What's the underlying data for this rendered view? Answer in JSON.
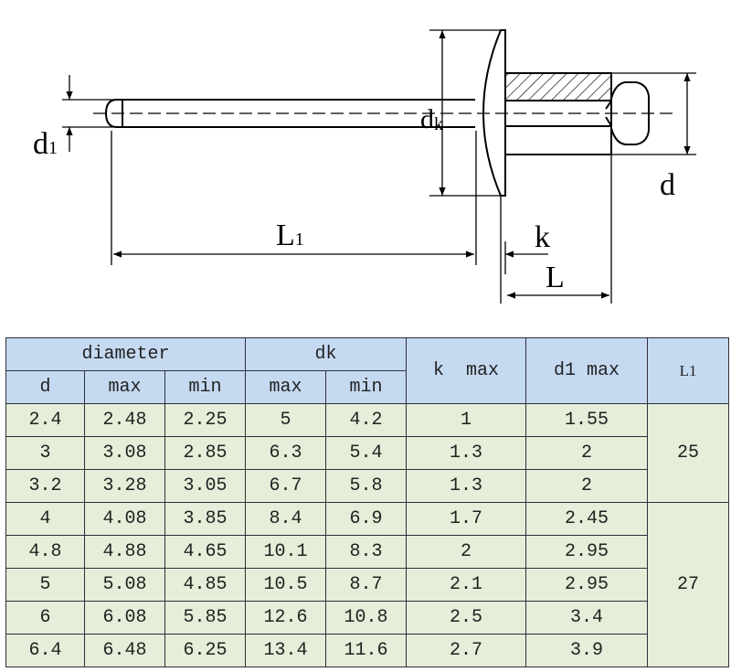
{
  "drawing": {
    "labels": {
      "d1_main": "d",
      "d1_sub": "1",
      "dk_main": "d",
      "dk_sub": "k",
      "L1_main": "L",
      "L1_sub": "1",
      "k": "k",
      "L": "L",
      "d": "d"
    }
  },
  "table": {
    "header_groups": {
      "diameter": "diameter",
      "dk": "dk",
      "k_max": "k  max",
      "d1_max": "d1 max",
      "L1": "L1"
    },
    "subheaders": [
      "d",
      "max",
      "min",
      "max",
      "min"
    ],
    "rows": [
      [
        "2.4",
        "2.48",
        "2.25",
        "5",
        "4.2",
        "1",
        "1.55"
      ],
      [
        "3",
        "3.08",
        "2.85",
        "6.3",
        "5.4",
        "1.3",
        "2"
      ],
      [
        "3.2",
        "3.28",
        "3.05",
        "6.7",
        "5.8",
        "1.3",
        "2"
      ],
      [
        "4",
        "4.08",
        "3.85",
        "8.4",
        "6.9",
        "1.7",
        "2.45"
      ],
      [
        "4.8",
        "4.88",
        "4.65",
        "10.1",
        "8.3",
        "2",
        "2.95"
      ],
      [
        "5",
        "5.08",
        "4.85",
        "10.5",
        "8.7",
        "2.1",
        "2.95"
      ],
      [
        "6",
        "6.08",
        "5.85",
        "12.6",
        "10.8",
        "2.5",
        "3.4"
      ],
      [
        "6.4",
        "6.48",
        "6.25",
        "13.4",
        "11.6",
        "2.7",
        "3.9"
      ]
    ],
    "L1_groups": [
      {
        "value": "25",
        "rowspan": 3
      },
      {
        "value": "27",
        "rowspan": 5
      }
    ]
  }
}
